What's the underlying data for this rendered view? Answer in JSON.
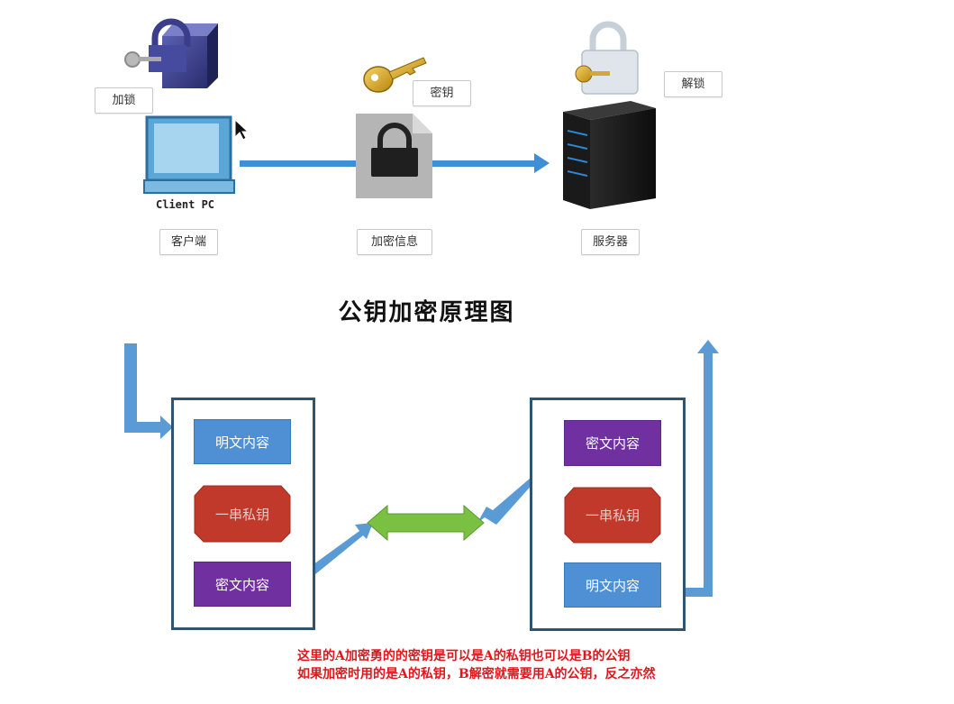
{
  "top_diagram": {
    "lock_label": "加锁",
    "key_label": "密钥",
    "unlock_label": "解锁",
    "pc_caption": "Client PC",
    "client_label": "客户端",
    "encrypted_info_label": "加密信息",
    "server_label": "服务器"
  },
  "title": "公钥加密原理图",
  "left_panel": {
    "plaintext": "明文内容",
    "private_key": "一串私钥",
    "ciphertext": "密文内容"
  },
  "right_panel": {
    "ciphertext": "密文内容",
    "private_key": "一串私钥",
    "plaintext": "明文内容"
  },
  "notes": {
    "line1": "这里的A加密勇的的密钥是可以是A的私钥也可以是B的公钥",
    "line2": "如果加密时用的是A的私钥，B解密就需要用A的公钥，反之亦然"
  },
  "colors": {
    "flow_arrow": "#3f8fd6",
    "exchange_arrow": "#7ac143",
    "key_box": "#c0392b",
    "plaintext_box": "#4f8fd3",
    "ciphertext_box": "#7030a0",
    "panel_border": "#2f5472",
    "note_text": "#e0171d"
  }
}
